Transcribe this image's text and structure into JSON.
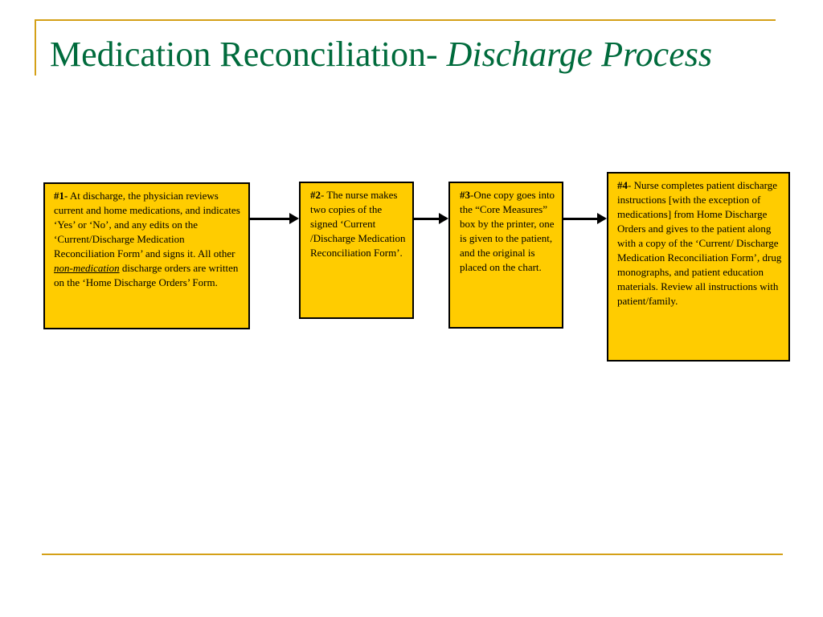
{
  "title": {
    "main": "Medication Reconciliation- ",
    "italic": "Discharge Process"
  },
  "steps": [
    {
      "number": "#1-",
      "text_a": " At discharge, the physician reviews current and home medications, and indicates ‘Yes’ or ‘No’, and any edits on the ‘Current/Discharge Medication Reconciliation Form’ and signs it. All other ",
      "emphasis": "non-medication",
      "text_b": " discharge orders are written on the ‘Home Discharge Orders’ Form."
    },
    {
      "number": "#2",
      "text": "- The nurse makes two copies of the signed ‘Current /Discharge Medication Reconciliation Form’."
    },
    {
      "number": "#3",
      "text": "-One copy goes into the “Core Measures” box by the printer, one is given to the patient, and the original is placed on the chart."
    },
    {
      "number": "#4",
      "text": "- Nurse completes patient discharge instructions [with the exception of medications] from Home Discharge Orders and gives to the patient along with a copy of the ‘Current/ Discharge Medication Reconciliation Form’, drug monographs, and patient education materials. Review all instructions with patient/family."
    }
  ],
  "colors": {
    "title": "#006b3c",
    "box_fill": "#ffcc00",
    "rule": "#d4a017"
  }
}
